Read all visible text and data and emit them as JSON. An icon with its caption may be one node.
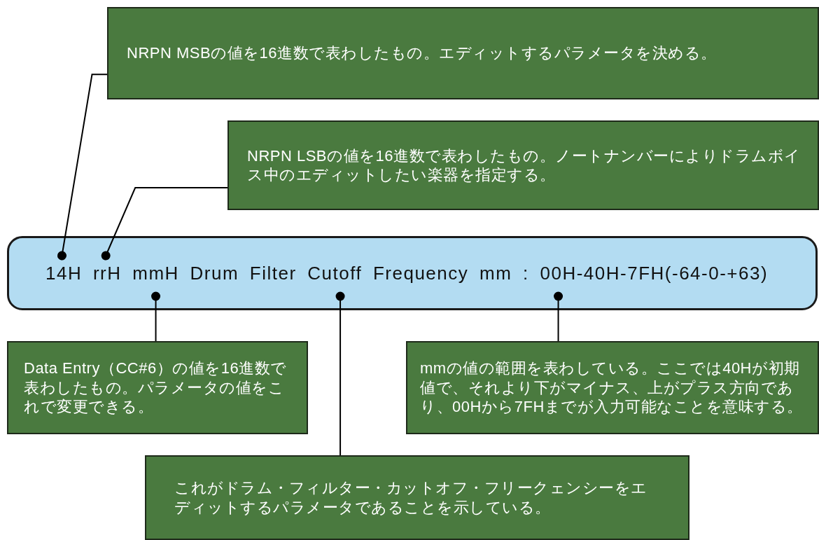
{
  "diagram": {
    "nodes": [
      {
        "text": [
          "NRPN MSBの値を16進数で表わしたもの。エディットするパラメータを決める。"
        ]
      },
      {
        "text": [
          "NRPN LSBの値を16進数で表わしたもの。ノートナンバーによりドラムボイス中のエディットしたい楽器を指定する。"
        ]
      },
      {
        "text": [
          "14H rrH mmH Drum Filter Cutoff Frequency mm : 00H-40H-7FH(-64-0-+63)"
        ]
      },
      {
        "text": [
          "Data Entry（CC#6）の値を16進数で表わしたもの。パラメータの値をこれで変更できる。"
        ]
      },
      {
        "text": [
          "mmの値の範囲を表わしている。ここでは40Hが初期値で、それより下がマイナス、上がプラス方向であり、00Hから7FHまでが入力可能なことを意味する。"
        ]
      },
      {
        "text": [
          "これがドラム・フィルター・カットオフ・フリークェンシーをエディットするパラメータであることを示している。"
        ]
      }
    ],
    "edges": [
      {
        "from": 0,
        "to": 2,
        "arrow": "other"
      },
      {
        "from": 1,
        "to": 2,
        "arrow": "other"
      },
      {
        "from": 3,
        "to": 2,
        "arrow": "other"
      },
      {
        "from": 5,
        "to": 2,
        "arrow": "other"
      },
      {
        "from": 4,
        "to": 2,
        "arrow": "other"
      }
    ]
  }
}
